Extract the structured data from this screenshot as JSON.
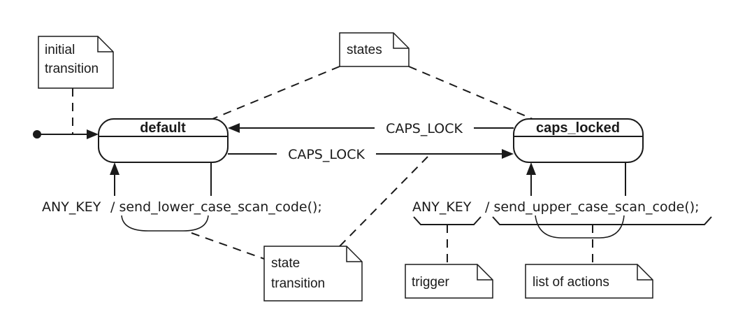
{
  "notes": {
    "initial_line1": "initial",
    "initial_line2": "transition",
    "states": "states",
    "state_transition_line1": "state",
    "state_transition_line2": "transition",
    "trigger": "trigger",
    "list_of_actions": "list of actions"
  },
  "states": {
    "default": "default",
    "caps_locked": "caps_locked"
  },
  "transitions": {
    "to_default_event": "CAPS_LOCK",
    "to_caps_event": "CAPS_LOCK",
    "self_default_trigger": "ANY_KEY",
    "self_default_action": "/ send_lower_case_scan_code();",
    "self_caps_trigger": "ANY_KEY",
    "self_caps_action": "/ send_upper_case_scan_code();"
  }
}
